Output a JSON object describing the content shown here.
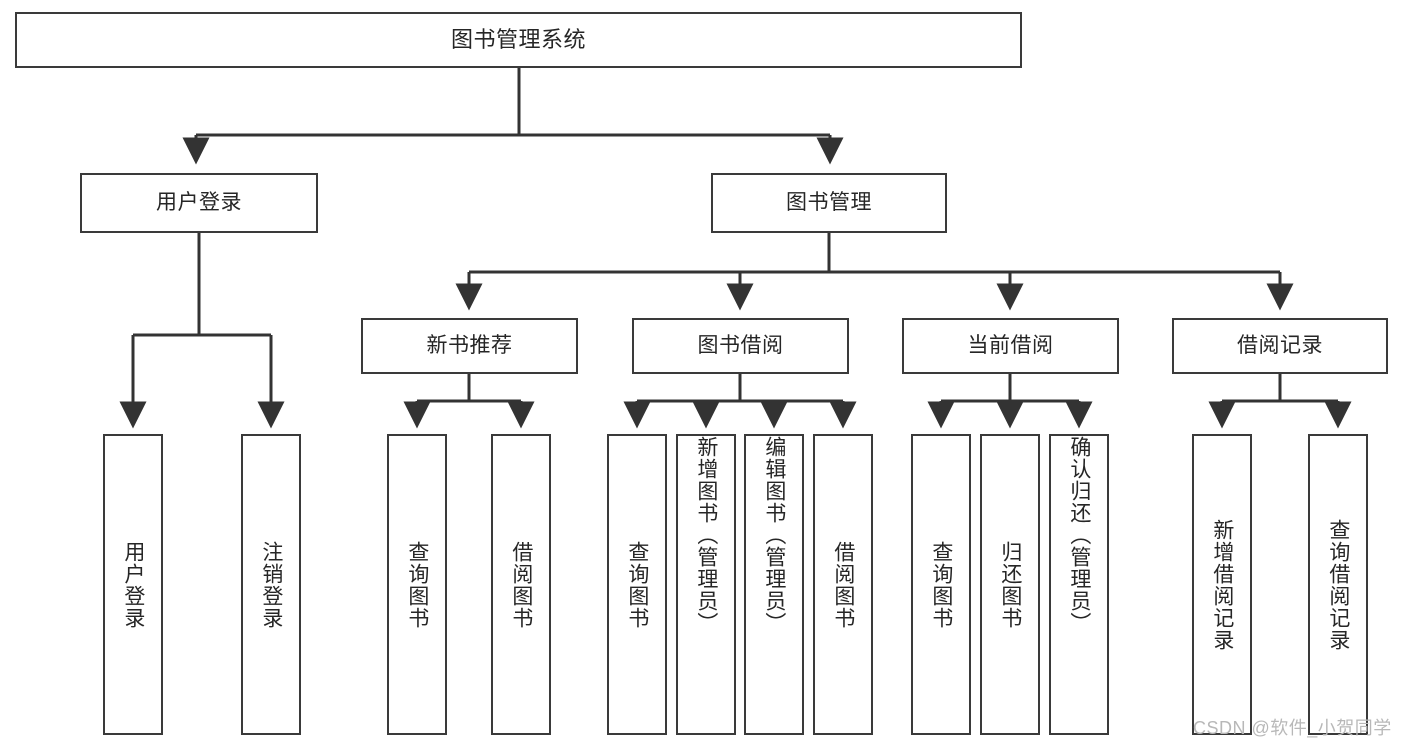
{
  "diagram": {
    "type": "tree-hierarchy",
    "title": "图书管理系统",
    "root": {
      "label": "图书管理系统"
    },
    "level1": [
      {
        "label": "用户登录"
      },
      {
        "label": "图书管理"
      }
    ],
    "level2": [
      {
        "label": "新书推荐"
      },
      {
        "label": "图书借阅"
      },
      {
        "label": "当前借阅"
      },
      {
        "label": "借阅记录"
      }
    ],
    "leaves": {
      "user_login": [
        {
          "label": "用户登录"
        },
        {
          "label": "注销登录"
        }
      ],
      "new_book_recommend": [
        {
          "label": "查询图书"
        },
        {
          "label": "借阅图书"
        }
      ],
      "book_borrow": [
        {
          "label": "查询图书"
        },
        {
          "label": "新增图书（管理员）"
        },
        {
          "label": "编辑图书（管理员）"
        },
        {
          "label": "借阅图书"
        }
      ],
      "current_borrow": [
        {
          "label": "查询图书"
        },
        {
          "label": "归还图书"
        },
        {
          "label": "确认归还（管理员）"
        }
      ],
      "borrow_record": [
        {
          "label": "新增借阅记录"
        },
        {
          "label": "查询借阅记录"
        }
      ]
    }
  },
  "watermark": {
    "text": "CSDN @软件_小贺同学"
  },
  "colors": {
    "box_border": "#3a3a3a",
    "connector": "#333333",
    "text": "#262626",
    "background": "#ffffff",
    "watermark": "#b8b8b8"
  }
}
